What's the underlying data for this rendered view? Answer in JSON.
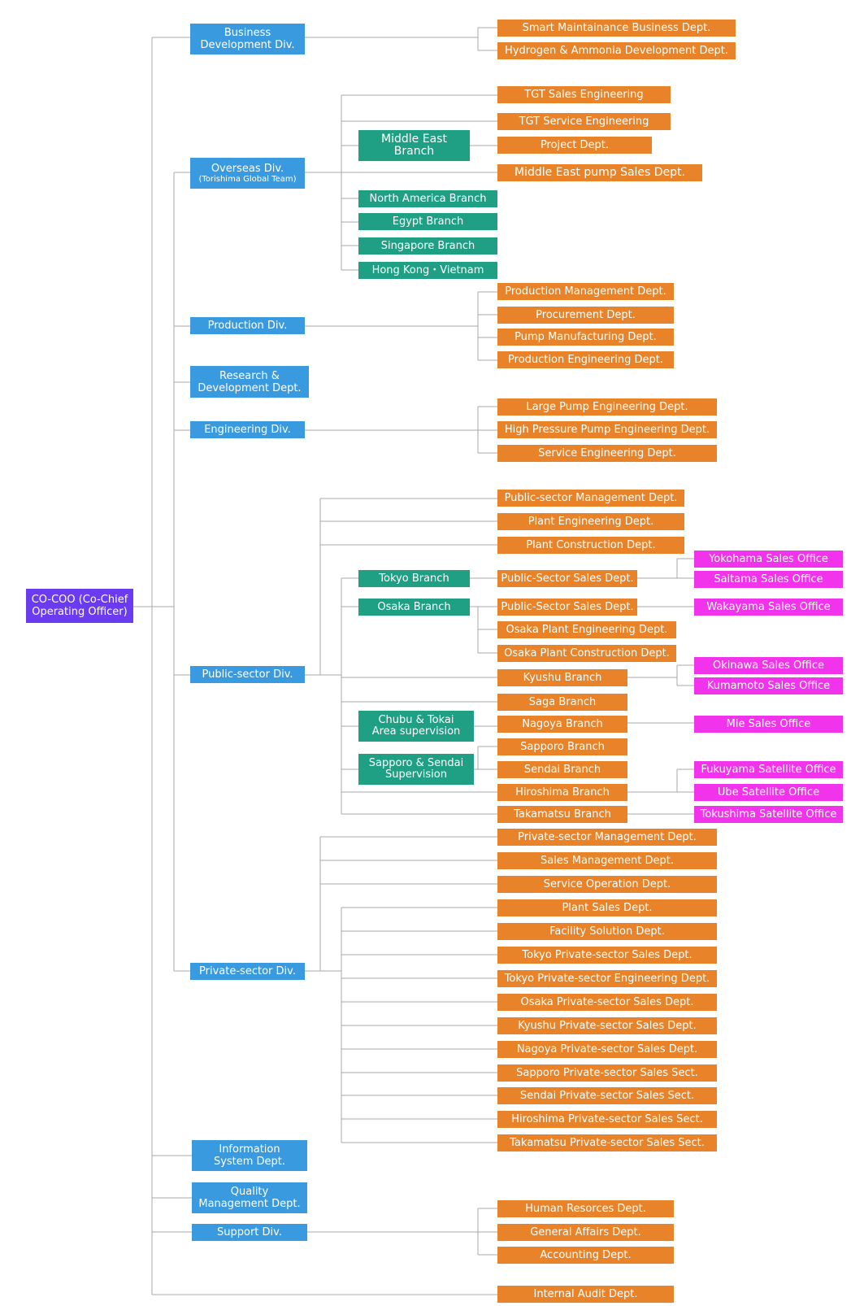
{
  "colors": {
    "executive": "#6a3bf0",
    "division": "#3a9ae0",
    "department": "#e8832a",
    "branch": "#1f9f84",
    "office": "#f233ec",
    "connector": "#a8a8a8"
  },
  "root": {
    "label": "CO-COO (Co-Chief\nOperating Officer)"
  },
  "divisions": {
    "business_development": "Business\nDevelopment Div.",
    "overseas": "Overseas Div.",
    "overseas_sub": "(Torishima Global Team)",
    "production": "Production Div.",
    "research_development": "Research &\nDevelopment Dept.",
    "engineering": "Engineering Div.",
    "public_sector": "Public-sector Div.",
    "private_sector": "Private-sector Div.",
    "information_system": "Information\nSystem Dept.",
    "quality_management": "Quality\nManagement Dept.",
    "support": "Support Div."
  },
  "business_development_depts": [
    "Smart Maintainance Business Dept.",
    "Hydrogen & Ammonia Development Dept."
  ],
  "overseas_depts": [
    "TGT Sales Engineering",
    "TGT Service Engineering",
    "Project Dept.",
    "Middle East pump Sales Dept."
  ],
  "overseas_branches": [
    "Middle East\nBranch",
    "North America Branch",
    "Egypt Branch",
    "Singapore Branch",
    "Hong Kong・Vietnam"
  ],
  "production_depts": [
    "Production Management Dept.",
    "Procurement Dept.",
    "Pump Manufacturing Dept.",
    "Production Engineering Dept."
  ],
  "engineering_depts": [
    "Large Pump Engineering Dept.",
    "High Pressure Pump Engineering Dept.",
    "Service Engineering Dept."
  ],
  "public_sector_depts": [
    "Public-sector Management Dept.",
    "Plant Engineering Dept.",
    "Plant Construction Dept.",
    "Public-Sector Sales Dept.",
    "Public-Sector Sales Dept.",
    "Osaka Plant Engineering Dept.",
    "Osaka Plant Construction Dept.",
    "Kyushu Branch",
    "Saga Branch",
    "Nagoya Branch",
    "Sapporo Branch",
    "Sendai Branch",
    "Hiroshima Branch",
    "Takamatsu Branch"
  ],
  "public_sector_branches": [
    "Tokyo Branch",
    "Osaka Branch",
    "Chubu & Tokai\nArea supervision",
    "Sapporo & Sendai\nSupervision"
  ],
  "public_sector_offices": [
    "Yokohama Sales Office",
    "Saitama Sales Office",
    "Wakayama Sales Office",
    "Okinawa Sales Office",
    "Kumamoto Sales Office",
    "Mie Sales Office",
    "Fukuyama Satellite Office",
    "Ube Satellite Office",
    "Tokushima Satellite Office"
  ],
  "private_sector_depts": [
    "Private-sector Management Dept.",
    "Sales Management Dept.",
    "Service Operation Dept.",
    "Plant Sales Dept.",
    "Facility Solution Dept.",
    "Tokyo Private-sector Sales Dept.",
    "Tokyo Private-sector Engineering Dept.",
    "Osaka Private-sector Sales Dept.",
    "Kyushu Private-sector Sales Dept.",
    "Nagoya Private-sector Sales Dept.",
    "Sapporo Private-sector Sales Sect.",
    "Sendai Private-sector Sales Sect.",
    "Hiroshima Private-sector Sales Sect.",
    "Takamatsu Private-sector Sales Sect."
  ],
  "support_depts": [
    "Human Resorces Dept.",
    "General Affairs Dept.",
    "Accounting Dept."
  ],
  "internal_audit": "Internal Audit Dept."
}
